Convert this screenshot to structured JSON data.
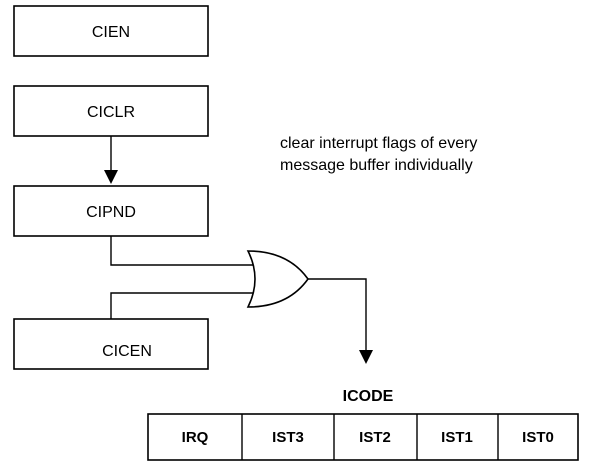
{
  "registers": {
    "cien": "CIEN",
    "ciclr": "CICLR",
    "cipnd": "CIPND",
    "cicen": "CICEN"
  },
  "note": {
    "line1": "clear interrupt flags of every",
    "line2": "message buffer individually"
  },
  "icode": {
    "title": "ICODE",
    "cells": [
      "IRQ",
      "IST3",
      "IST2",
      "IST1",
      "IST0"
    ]
  }
}
